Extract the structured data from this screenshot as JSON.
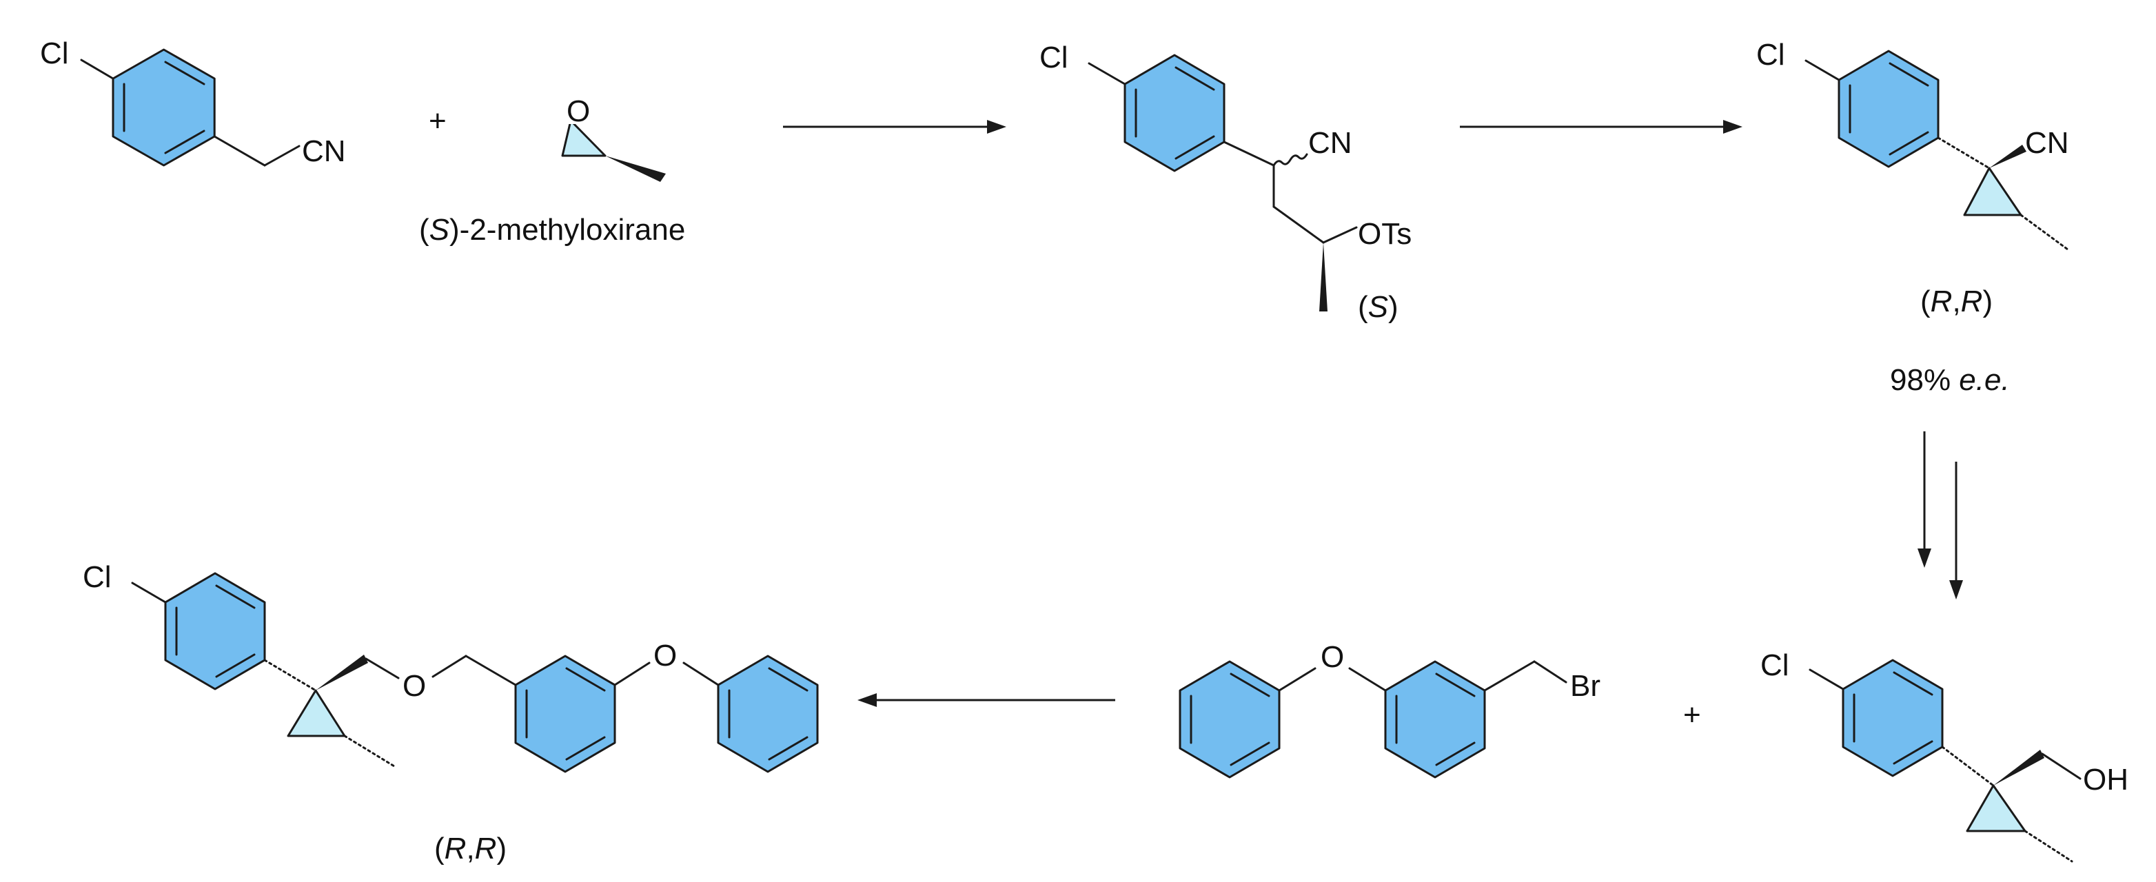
{
  "colors": {
    "benzene_fill": "#73bdf0",
    "small_ring_fill": "#c4ecf7",
    "bond": "#1a1a1a"
  },
  "atoms": {
    "cl": "Cl",
    "cn": "CN",
    "o": "O",
    "ots": "OTs",
    "br": "Br",
    "oh": "OH"
  },
  "operators": {
    "plus": "+"
  },
  "labels": {
    "epoxide_name": {
      "prefix": "(",
      "italic": "S",
      "suffix": ")-2-methyloxirane"
    },
    "intermediate_config": {
      "prefix": "(",
      "italic": "S",
      "suffix": ")"
    },
    "nitrile_config": {
      "p1": "(",
      "i1": "R",
      "mid": ",",
      "i2": "R",
      "p2": ")"
    },
    "nitrile_ee": {
      "value": "98% ",
      "italic": "e.e."
    },
    "product_config": {
      "p1": "(",
      "i1": "R",
      "mid": ",",
      "i2": "R",
      "p2": ")"
    }
  },
  "steps": [
    {
      "id": "step-1",
      "direction": "right"
    },
    {
      "id": "step-2",
      "direction": "right"
    },
    {
      "id": "step-3",
      "direction": "down",
      "multi_step": true
    },
    {
      "id": "step-4",
      "direction": "left"
    }
  ]
}
